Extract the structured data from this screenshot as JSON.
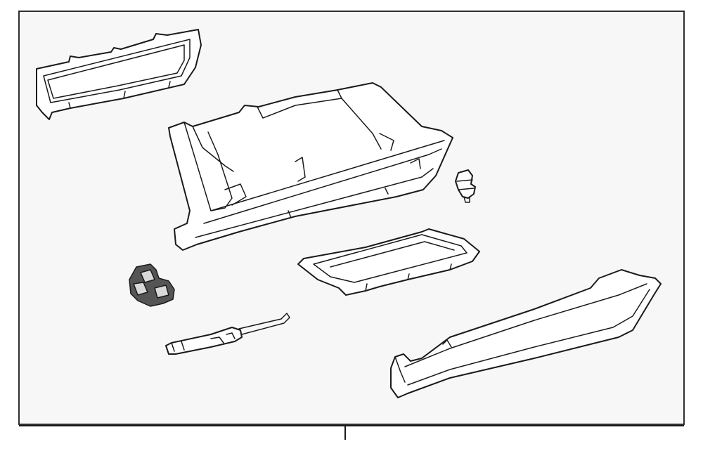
{
  "diagram": {
    "parts": [
      "glove-box-door-frame",
      "glove-box-compartment",
      "stopper-bumper",
      "latch-assembly",
      "glove-box-tray",
      "damper-rod",
      "glove-box-door-panel"
    ]
  }
}
